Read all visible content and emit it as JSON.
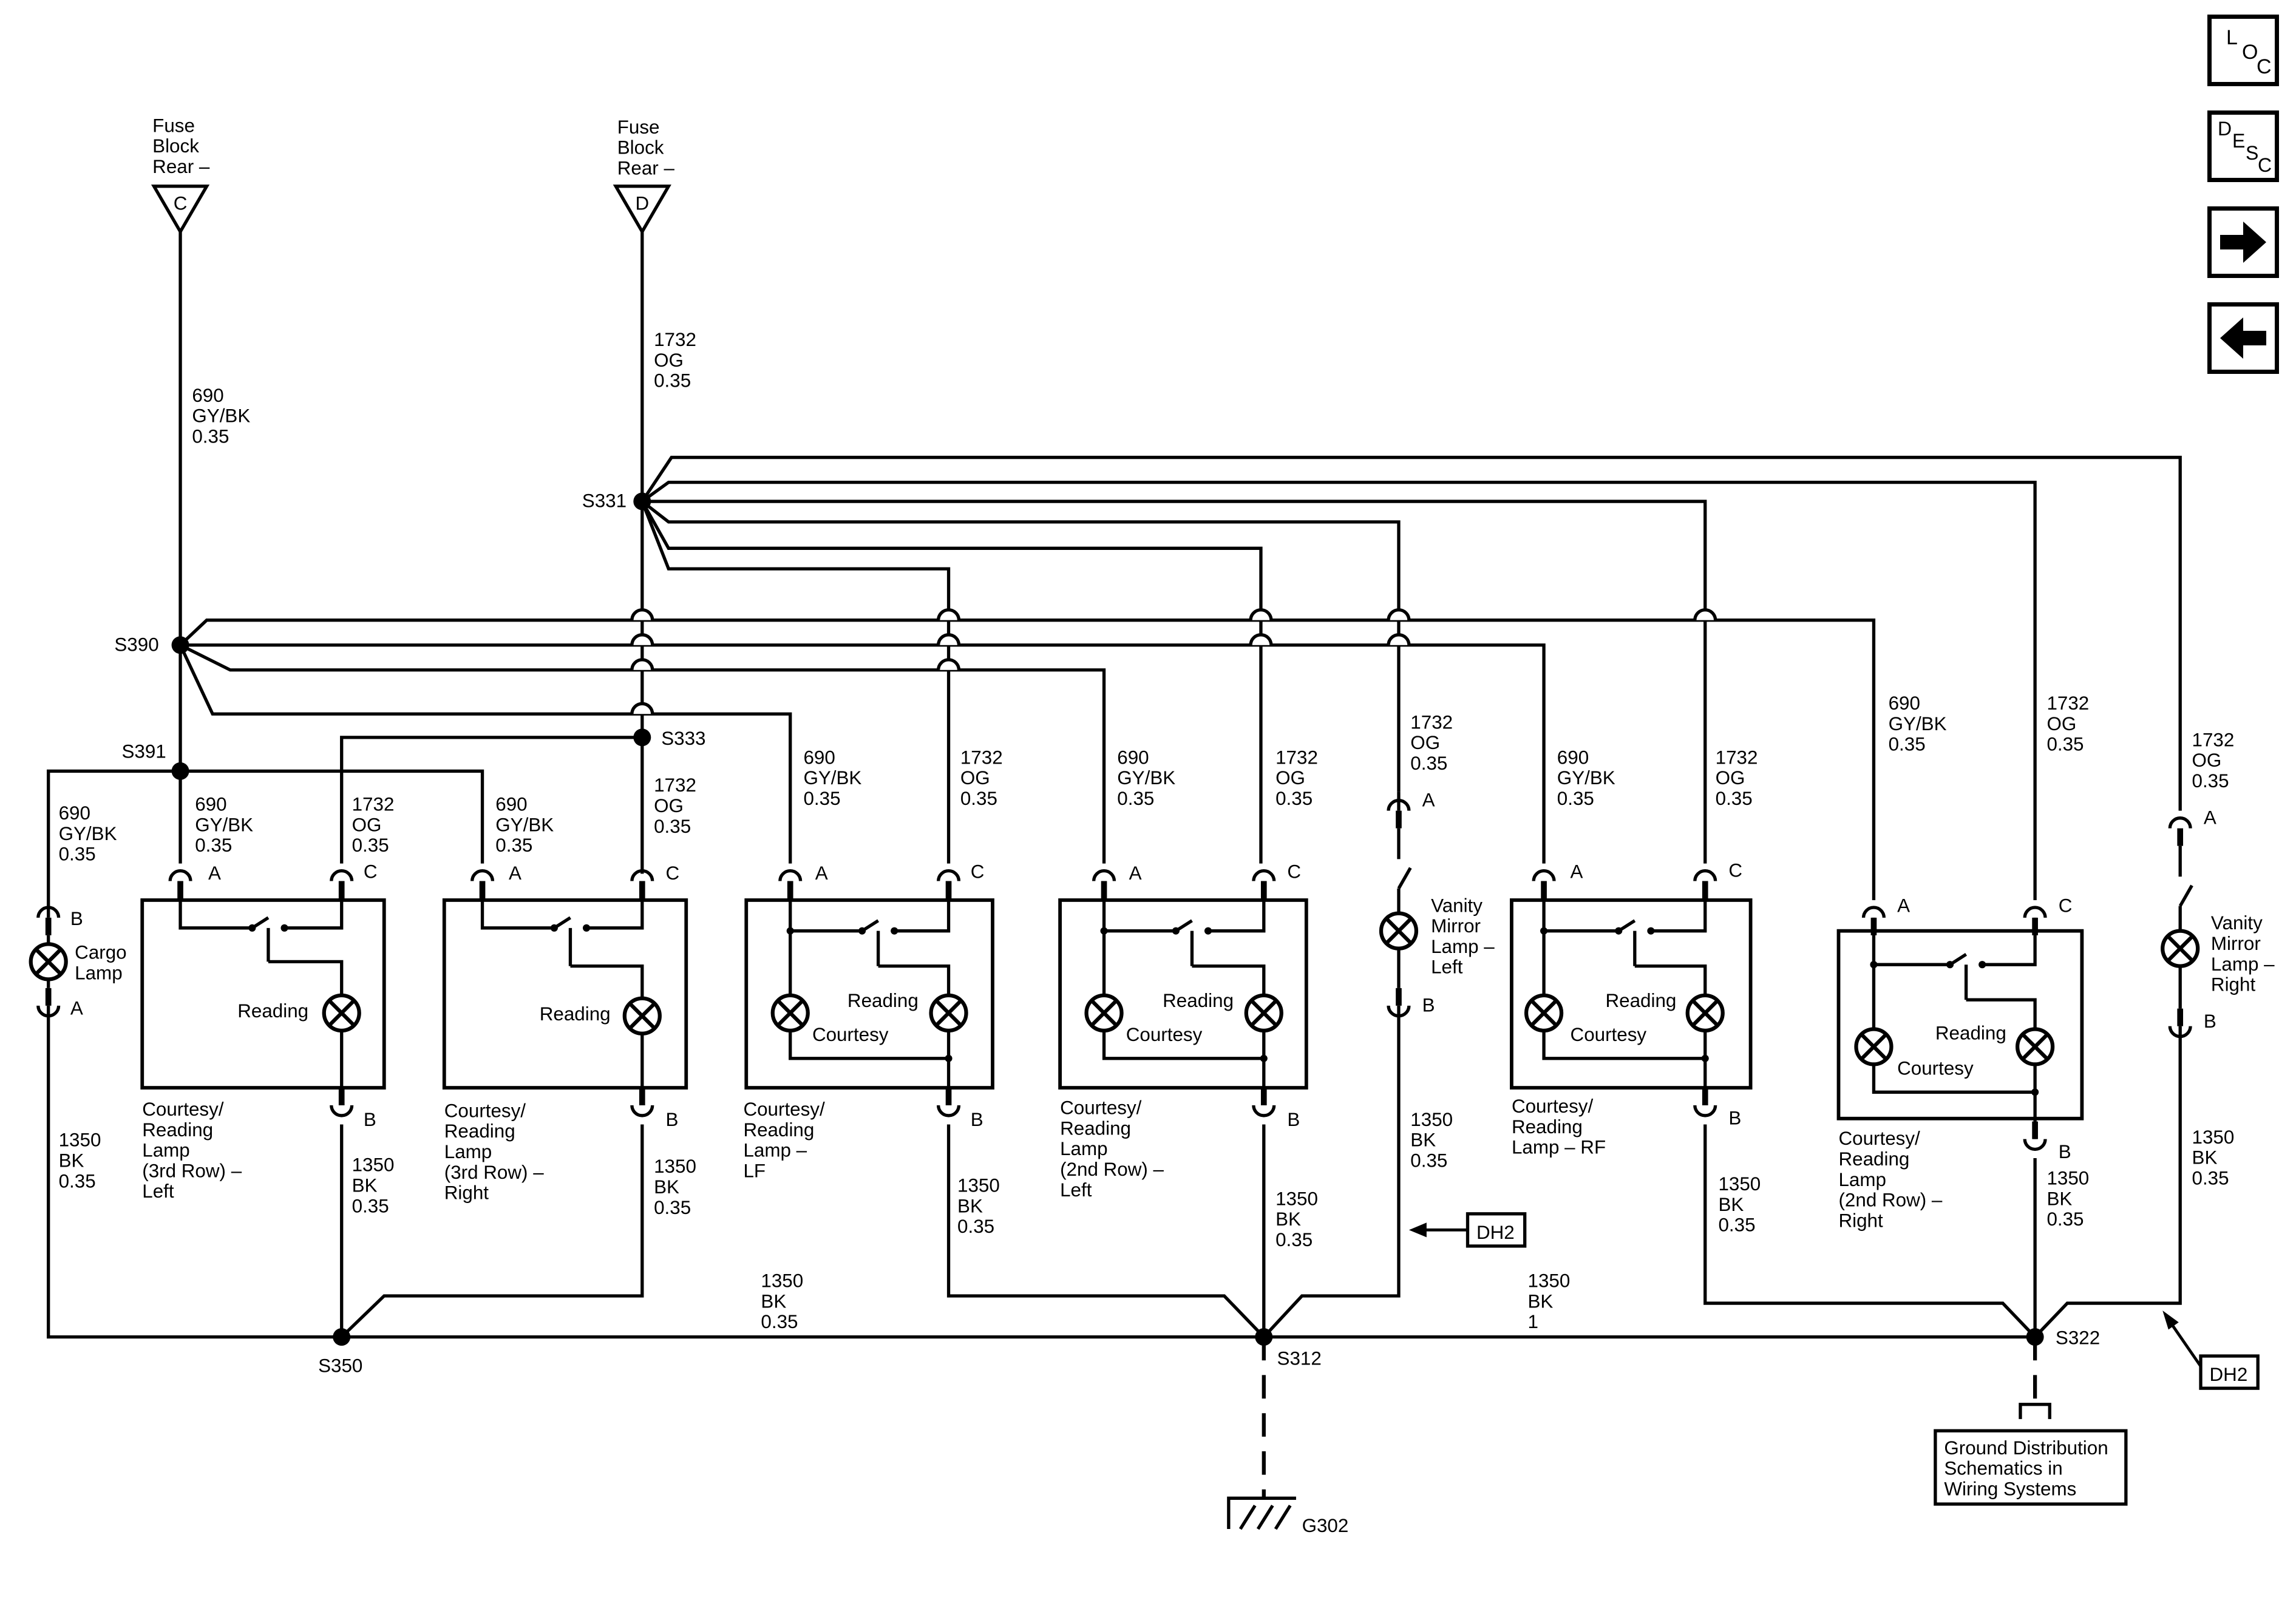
{
  "nav": {
    "loc": [
      "L",
      "O",
      "C"
    ],
    "desc": [
      "D",
      "E",
      "S",
      "C"
    ],
    "forward_icon": "right-arrow-icon",
    "back_icon": "left-arrow-icon"
  },
  "sources": {
    "fuse_c": [
      "Fuse",
      "Block",
      "Rear –"
    ],
    "fuse_c_pin": "C",
    "fuse_d": [
      "Fuse",
      "Block",
      "Rear –"
    ],
    "fuse_d_pin": "D"
  },
  "wires": {
    "w690": [
      "690",
      "GY/BK",
      "0.35"
    ],
    "w1732": [
      "1732",
      "OG",
      "0.35"
    ],
    "w1350": [
      "1350",
      "BK",
      "0.35"
    ],
    "w1350_1": [
      "1350",
      "BK",
      "1"
    ]
  },
  "splices": {
    "s331": "S331",
    "s390": "S390",
    "s391": "S391",
    "s333": "S333",
    "s350": "S350",
    "s312": "S312",
    "s322": "S322",
    "g302": "G302"
  },
  "pins": {
    "a": "A",
    "b": "B",
    "c": "C"
  },
  "components": {
    "cargo_lamp": [
      "Cargo",
      "Lamp"
    ],
    "reading": "Reading",
    "courtesy": "Courtesy",
    "lamp_3rd_left": [
      "Courtesy/",
      "Reading",
      "Lamp",
      "(3rd Row) –",
      "Left"
    ],
    "lamp_3rd_right": [
      "Courtesy/",
      "Reading",
      "Lamp",
      "(3rd Row) –",
      "Right"
    ],
    "lamp_lf": [
      "Courtesy/",
      "Reading",
      "Lamp –",
      "LF"
    ],
    "lamp_2nd_left": [
      "Courtesy/",
      "Reading",
      "Lamp",
      "(2nd Row) –",
      "Left"
    ],
    "vanity_left": [
      "Vanity",
      "Mirror",
      "Lamp –",
      "Left"
    ],
    "lamp_rf": [
      "Courtesy/",
      "Reading",
      "Lamp – RF"
    ],
    "lamp_2nd_right": [
      "Courtesy/",
      "Reading",
      "Lamp",
      "(2nd Row) –",
      "Right"
    ],
    "vanity_right": [
      "Vanity",
      "Mirror",
      "Lamp –",
      "Right"
    ]
  },
  "refs": {
    "dh2": "DH2",
    "ground_dist": [
      "Ground Distribution",
      "Schematics in",
      "Wiring Systems"
    ]
  }
}
